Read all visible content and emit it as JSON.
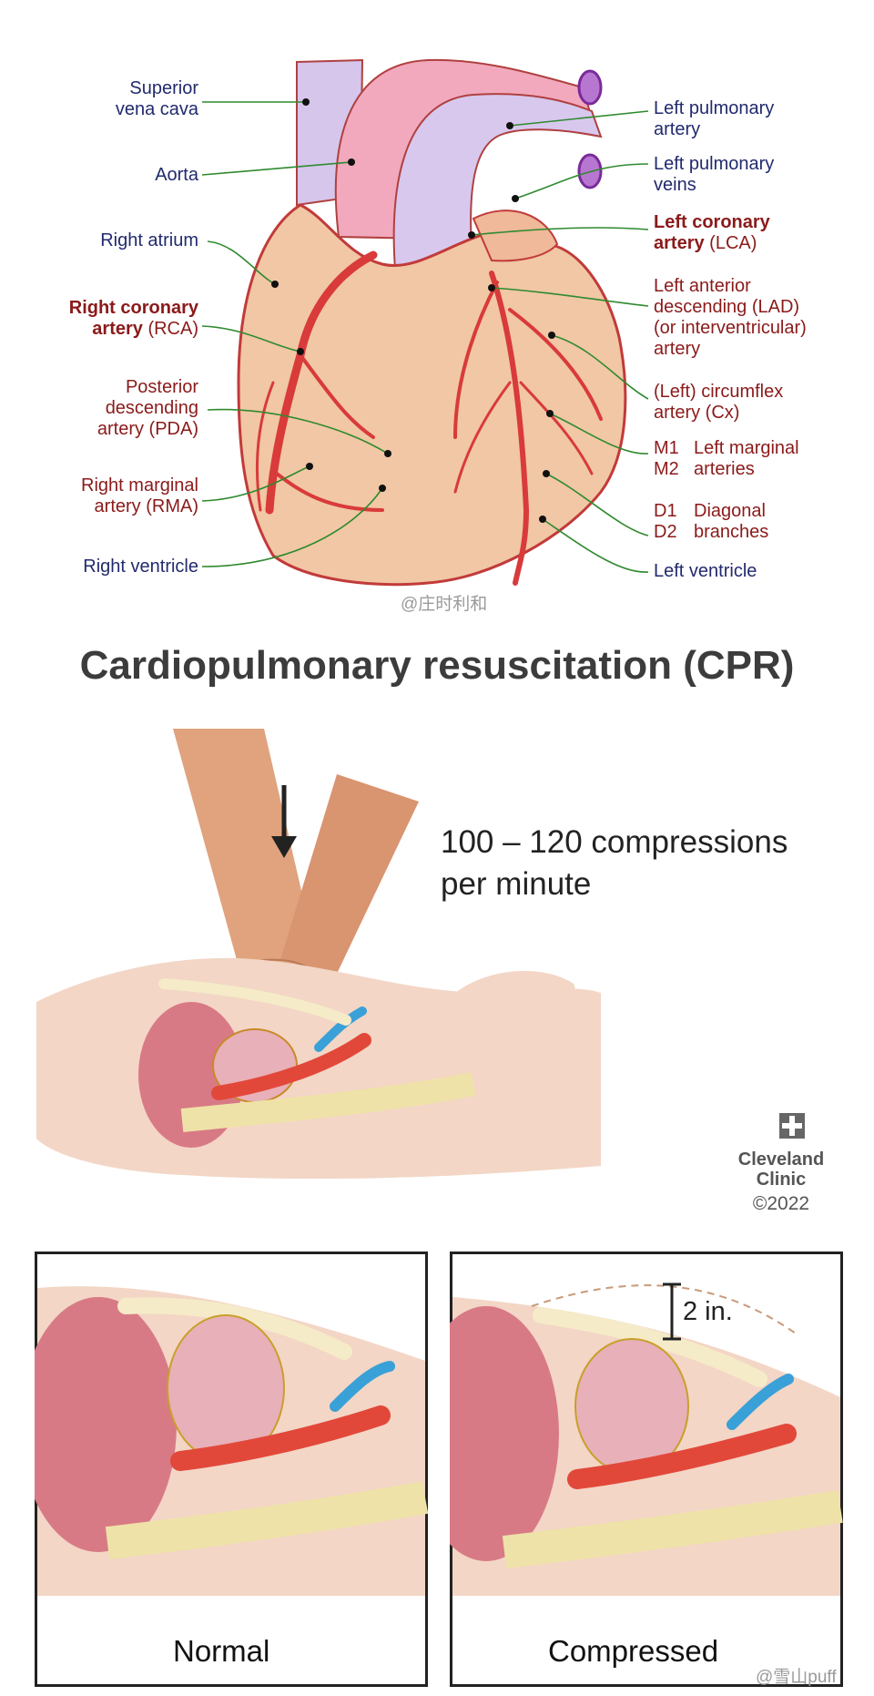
{
  "heart": {
    "left_labels": [
      {
        "key": "svc",
        "lines": [
          "Superior",
          "vena cava"
        ]
      },
      {
        "key": "aorta",
        "lines": [
          "Aorta"
        ]
      },
      {
        "key": "ra",
        "lines": [
          "Right atrium"
        ]
      },
      {
        "key": "rca",
        "lines": [
          "Right coronary",
          "artery (RCA)"
        ],
        "bold": [
          "Right coronary",
          "artery"
        ],
        "suffix": " (RCA)"
      },
      {
        "key": "pda",
        "lines": [
          "Posterior",
          "descending",
          "artery (PDA)"
        ]
      },
      {
        "key": "rma",
        "lines": [
          "Right marginal",
          "artery (RMA)"
        ]
      },
      {
        "key": "rv",
        "lines": [
          "Right ventricle"
        ]
      }
    ],
    "right_labels": [
      {
        "key": "lpa",
        "lines": [
          "Left pulmonary",
          "artery"
        ]
      },
      {
        "key": "lpv",
        "lines": [
          "Left pulmonary",
          "veins"
        ]
      },
      {
        "key": "lca",
        "bold": [
          "Left coronary",
          "artery"
        ],
        "suffix": " (LCA)"
      },
      {
        "key": "lad",
        "lines": [
          "Left anterior",
          "descending (LAD)",
          "(or interventricular)",
          "artery"
        ]
      },
      {
        "key": "cx",
        "lines": [
          "(Left) circumflex",
          "artery (Cx)"
        ]
      },
      {
        "key": "m",
        "codes": [
          "M1",
          "M2"
        ],
        "desc": [
          "Left marginal",
          "arteries"
        ]
      },
      {
        "key": "d",
        "codes": [
          "D1",
          "D2"
        ],
        "desc": [
          "Diagonal",
          "branches"
        ]
      },
      {
        "key": "lv",
        "lines": [
          "Left ventricle"
        ]
      }
    ],
    "watermark": "@庄时利和"
  },
  "cpr": {
    "title": "Cardiopulmonary resuscitation (CPR)",
    "rate_lines": [
      "100 – 120 compressions",
      "per minute"
    ],
    "credit": {
      "name_lines": [
        "Cleveland",
        "Clinic"
      ],
      "year": "©2022"
    },
    "panels": {
      "normal": "Normal",
      "compressed": "Compressed",
      "depth": "2 in."
    },
    "watermark": "@雪山puff"
  },
  "colors": {
    "navy": "#222a6e",
    "red_text": "#8b1a1a",
    "heart": "#f1c7a5",
    "artery": "#d93a3a",
    "pulmonary": "#d8c8ee",
    "leader": "#2f8a2f"
  }
}
